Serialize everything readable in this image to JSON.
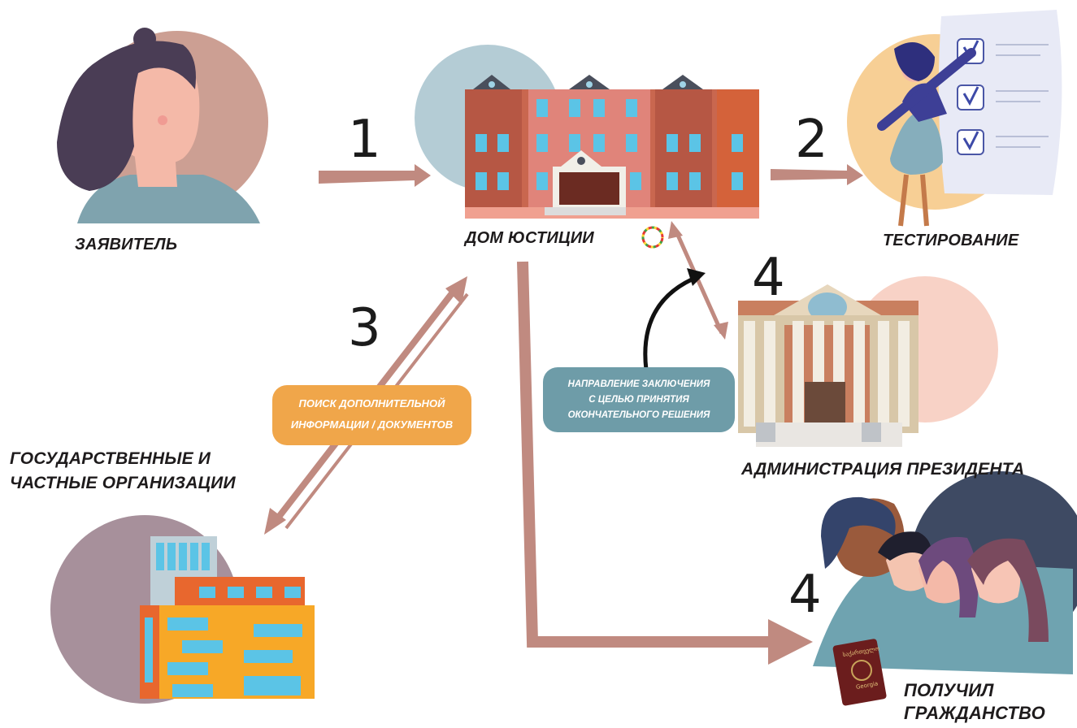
{
  "nodes": {
    "applicant": "ЗАЯВИТЕЛЬ",
    "house_of_justice": "ДОМ ЮСТИЦИИ",
    "testing": "ТЕСТИРОВАНИЕ",
    "orgs_line1": "ГОСУДАРСТВЕННЫЕ И",
    "orgs_line2": "ЧАСТНЫЕ ОРГАНИЗАЦИИ",
    "president_admin": "АДМИНИСТРАЦИЯ ПРЕЗИДЕНТА",
    "citizenship_line1": "ПОЛУЧИЛ",
    "citizenship_line2": "ГРАЖДАНСТВО"
  },
  "steps": {
    "step1": "1",
    "step2": "2",
    "step3": "3",
    "step4a": "4",
    "step4b": "4"
  },
  "notes": {
    "search_line1": "ПОИСК  ДОПОЛНИТЕЛЬНОЙ",
    "search_line2": "ИНФОРМАЦИИ / ДОКУМЕНТОВ",
    "referral_line1": "НАПРАВЛЕНИЕ ЗАКЛЮЧЕНИЯ",
    "referral_line2": "С ЦЕЛЬЮ ПРИНЯТИЯ",
    "referral_line3": "ОКОНЧАТЕЛЬНОГО РЕШЕНИЯ"
  },
  "passport": {
    "line1": "საქართველო",
    "line2": "Georgia"
  },
  "colors": {
    "arrow": "#c08a80",
    "orange_note": "#f0a64a",
    "blue_note": "#6e9ca8",
    "applicant_circle": "#cc9f93",
    "justice_circle": "#b4ccd5",
    "testing_circle": "#f7cf95",
    "admin_circle": "#f8d2c6",
    "orgs_circle": "#a7909b",
    "citizens_circle": "#3e4a63"
  }
}
